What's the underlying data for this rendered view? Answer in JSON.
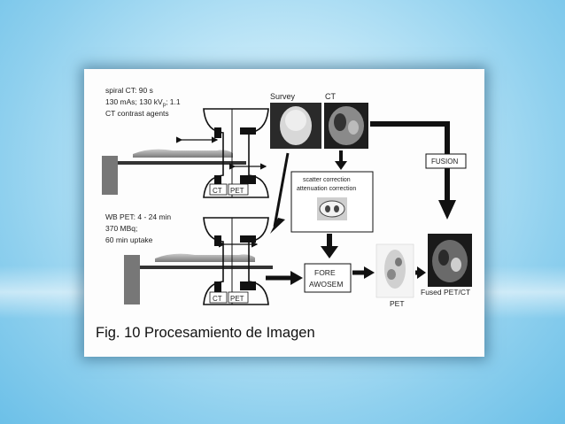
{
  "top_params": [
    "spiral CT: 90 s",
    "130 mAs; 130 kV",
    "p",
    "; 1.1",
    "CT contrast agents"
  ],
  "bottom_params": [
    "WB PET: 4 - 24 min",
    "370 MBq;",
    "60 min uptake"
  ],
  "scanner_labels": {
    "ct": "CT",
    "pet": "PET"
  },
  "image_labels": {
    "survey": "Survey",
    "ct": "CT",
    "pet": "PET",
    "fused": "Fused PET/CT"
  },
  "correction": [
    "scatter correction",
    "attenuation correction"
  ],
  "fusion": "FUSION",
  "fore": [
    "FORE",
    "AWOSEM"
  ],
  "caption": "Fig. 10 Procesamiento de Imagen"
}
